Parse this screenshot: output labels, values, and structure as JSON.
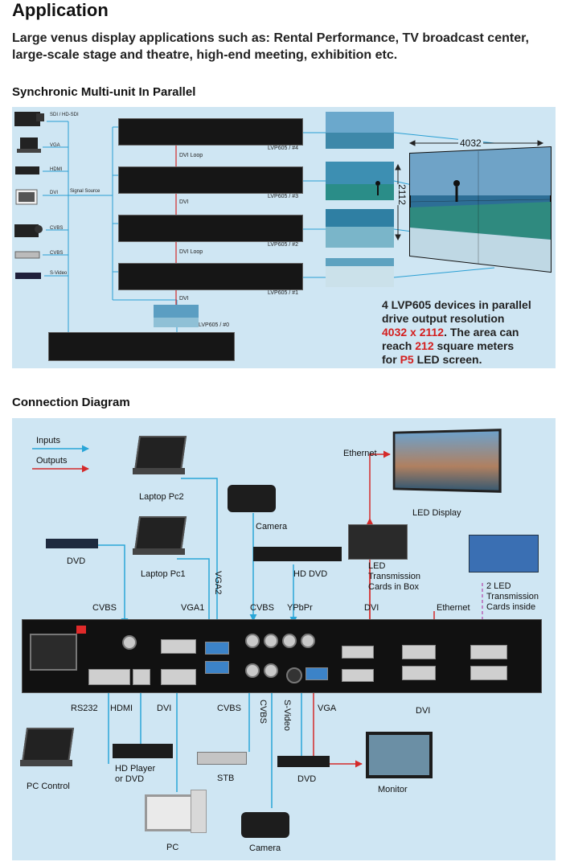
{
  "heading": "Application",
  "intro": "Large venus display applications such as: Rental Performance, TV broadcast center, large-scale stage and theatre, high-end meeting, exhibition etc.",
  "section1": {
    "title": "Synchronic Multi-unit In Parallel",
    "sources": [
      "SDI / HD-SDI",
      "VGA",
      "HDMI",
      "DVI",
      "CVBS",
      "CVBS",
      "S-Video"
    ],
    "signal_source": "Signal Source",
    "devices": [
      "LVP605 / #4",
      "LVP605 / #3",
      "LVP605 / #2",
      "LVP605 / #1",
      "LVP605 / #0"
    ],
    "links": [
      "DVI Loop",
      "DVI",
      "DVI Loop",
      "DVI"
    ],
    "dim_w": "4032",
    "dim_h": "2112",
    "note": {
      "line1": "4 LVP605 devices in parallel",
      "line2": "drive output resolution",
      "res": "4032 x 2112",
      "line3_tail": ". The area can",
      "line4_pre": "reach ",
      "area": "212",
      "line4_post": " square meters",
      "line5_pre": "for ",
      "pitch": "P5",
      "line5_post": " LED screen."
    }
  },
  "section2": {
    "title": "Connection Diagram",
    "legend": {
      "inputs": "Inputs",
      "outputs": "Outputs"
    },
    "labels": {
      "laptop2": "Laptop Pc2",
      "camera_top": "Camera",
      "ethernet_top": "Ethernet",
      "led_display": "LED Display",
      "dvd_top": "DVD",
      "laptop1": "Laptop Pc1",
      "hd_dvd": "HD DVD",
      "led_box_1": "LED",
      "led_box_2": "Transmission",
      "led_box_3": "Cards in Box",
      "led_inside_1": "2 LED",
      "led_inside_2": "Transmission",
      "led_inside_3": "Cards inside",
      "cvbs1": "CVBS",
      "vga1": "VGA1",
      "vga2": "VGA2",
      "cvbs2": "CVBS",
      "ypbpr": "YPbPr",
      "dvi_top": "DVI",
      "ethernet_mid": "Ethernet",
      "rs232": "RS232",
      "hdmi": "HDMI",
      "dvi_in": "DVI",
      "cvbs3": "CVBS",
      "cvbs_v": "CVBS",
      "svideo_v": "S-Video",
      "vga_out": "VGA",
      "dvi_bottom": "DVI",
      "pc_control": "PC Control",
      "hd_player_1": "HD Player",
      "hd_player_2": "or DVD",
      "stb": "STB",
      "dvd_bottom": "DVD",
      "monitor": "Monitor",
      "pc": "PC",
      "camera_bottom": "Camera"
    }
  },
  "colors": {
    "panel": "#cfe6f3",
    "inputs": "#2aa6d8",
    "outputs": "#d42a2a"
  }
}
